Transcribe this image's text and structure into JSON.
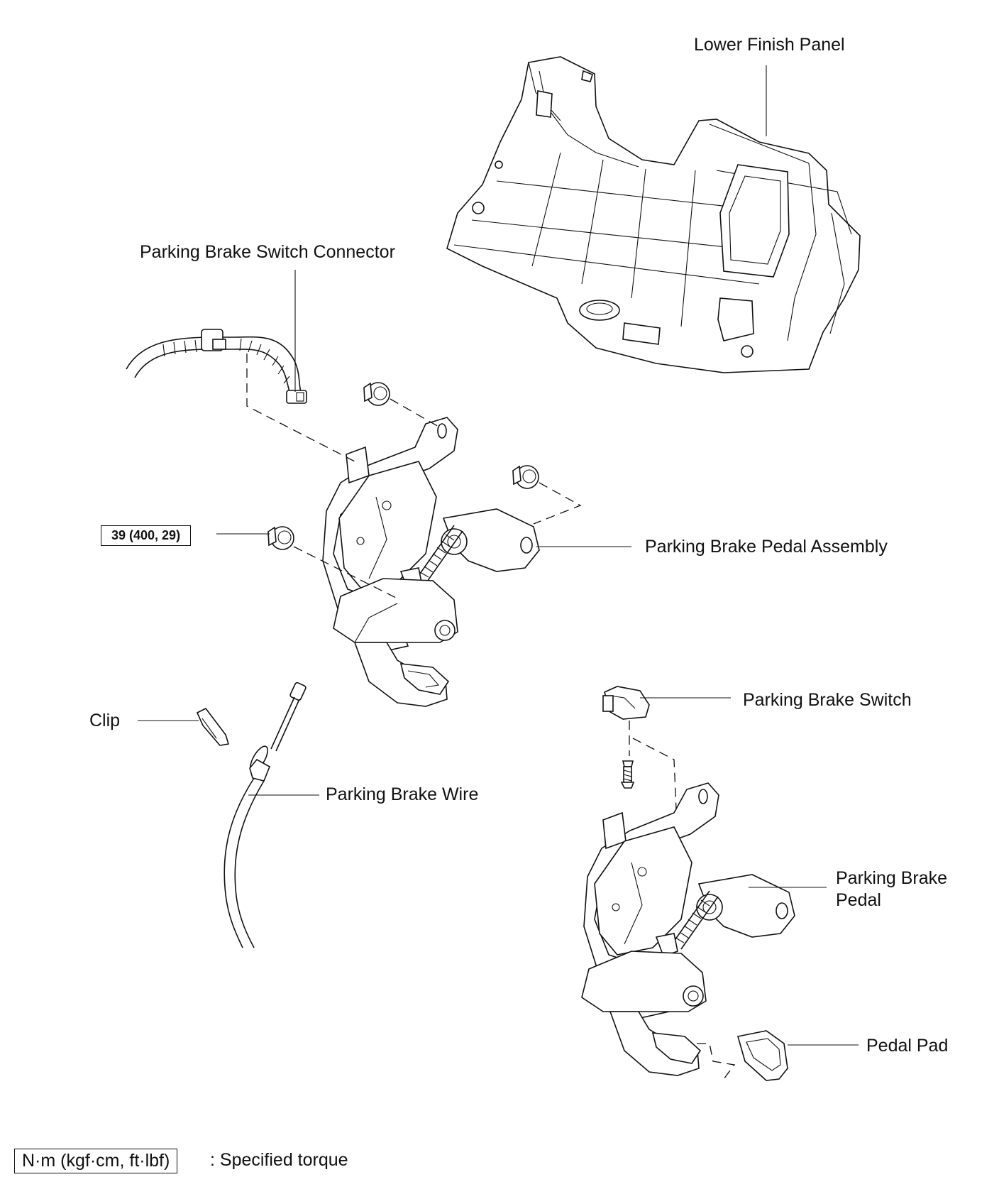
{
  "labels": {
    "lower_finish_panel": "Lower Finish Panel",
    "switch_connector": "Parking Brake Switch Connector",
    "pedal_assembly": "Parking Brake Pedal Assembly",
    "clip": "Clip",
    "wire": "Parking Brake Wire",
    "switch": "Parking Brake Switch",
    "pedal_line1": "Parking Brake",
    "pedal_line2": "Pedal",
    "pedal_pad": "Pedal Pad"
  },
  "torque": {
    "value": "39 (400, 29)"
  },
  "legend": {
    "units": "N·m (kgf·cm, ft·lbf)",
    "description": ": Specified torque"
  },
  "icons": [
    "nut-icon",
    "screw-icon",
    "connector-icon",
    "clip-icon"
  ]
}
